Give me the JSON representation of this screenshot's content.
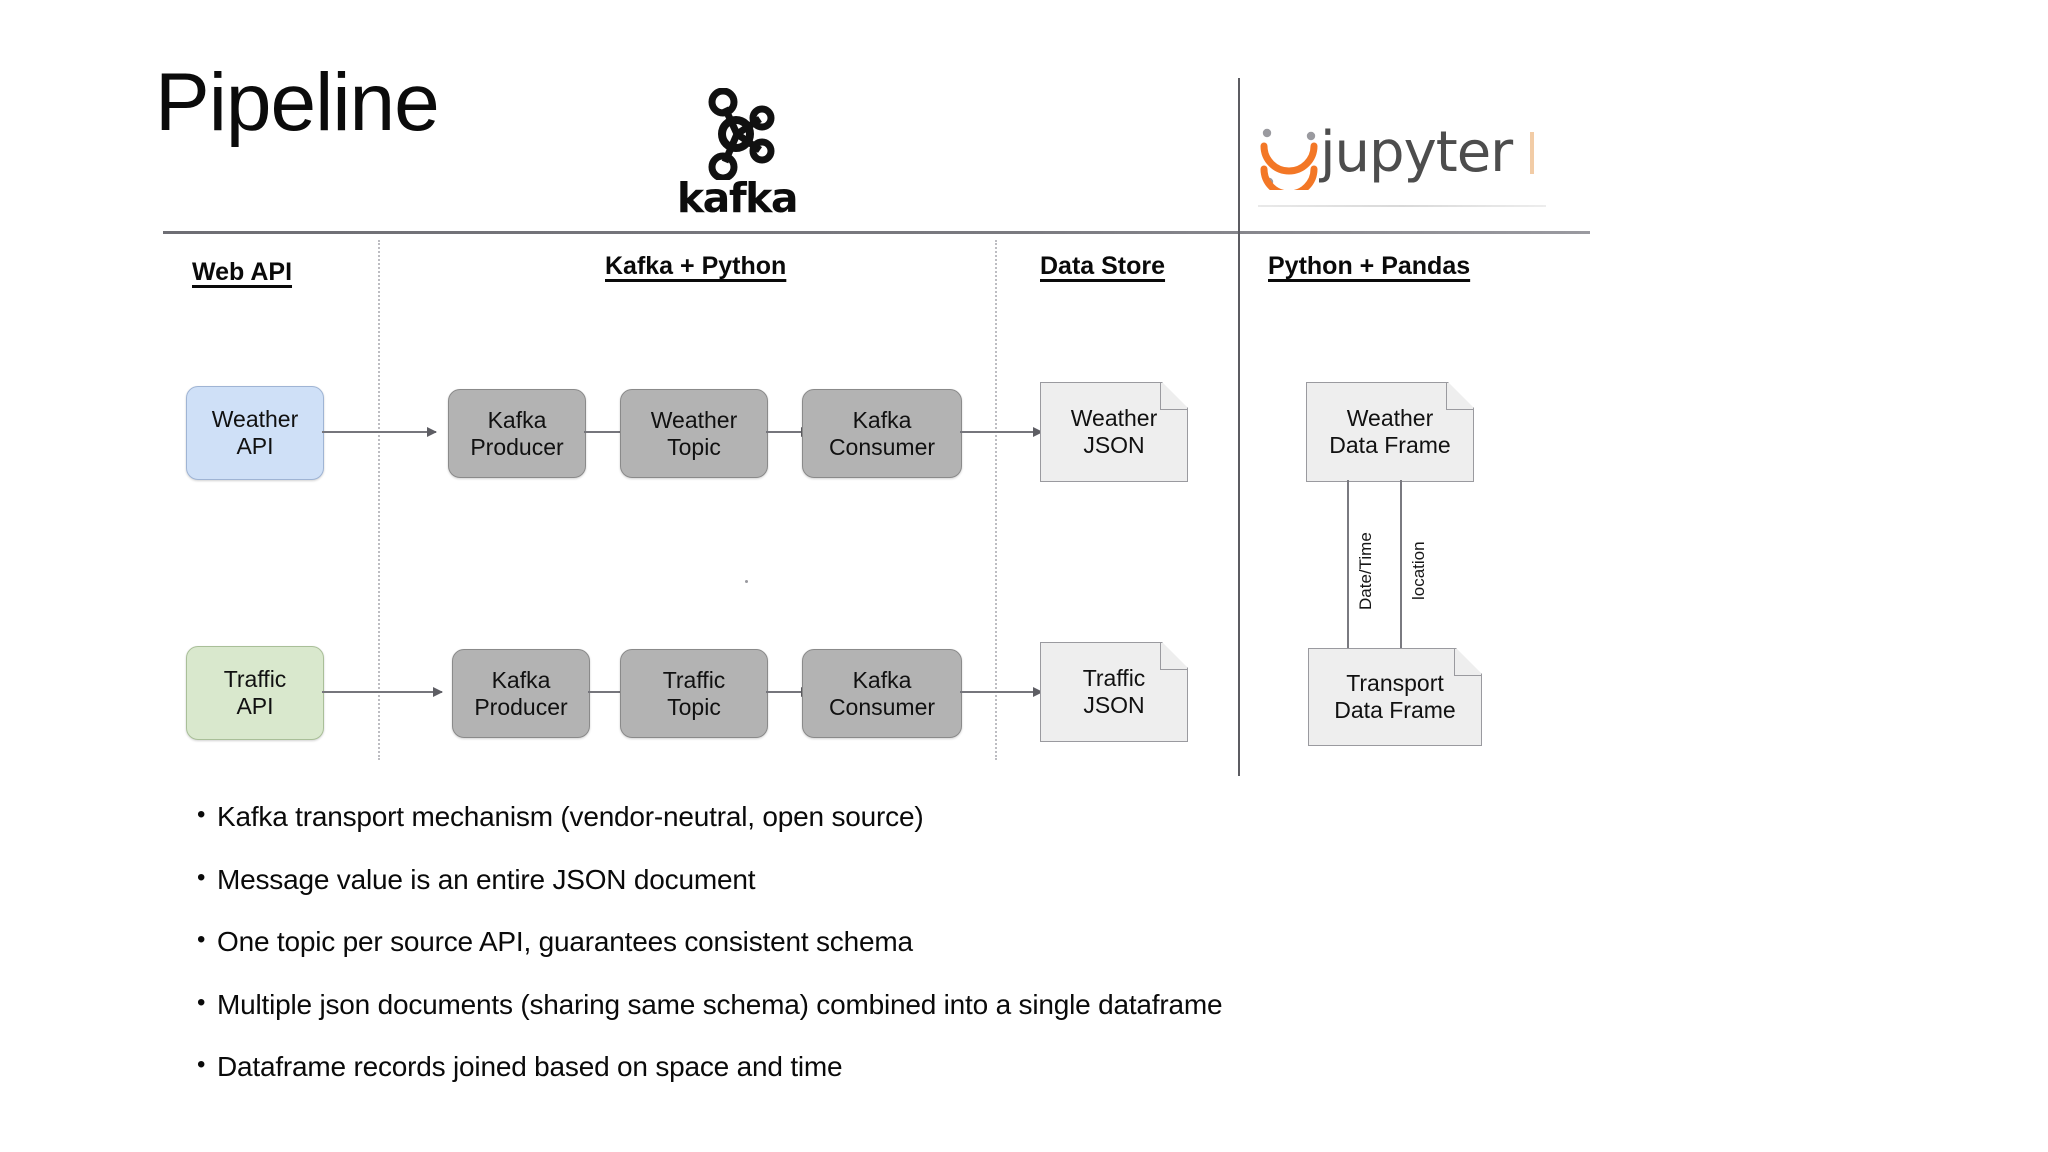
{
  "slide": {
    "title": "Pipeline"
  },
  "logos": {
    "kafka": {
      "name": "kafka-logo",
      "wordmark": "kafka"
    },
    "jupyter": {
      "name": "jupyter-logo",
      "wordmark": "jupyter",
      "accent_color": "#f37726",
      "text_color": "#4d4d4d"
    }
  },
  "columns": [
    {
      "id": "web-api",
      "label": "Web API"
    },
    {
      "id": "kafka-python",
      "label": "Kafka + Python"
    },
    {
      "id": "data-store",
      "label": "Data Store"
    },
    {
      "id": "python-pandas",
      "label": "Python + Pandas"
    }
  ],
  "diagram": {
    "weather_row": {
      "source": {
        "line1": "Weather",
        "line2": "API",
        "fill": "#cfe0f7"
      },
      "producer": {
        "line1": "Kafka",
        "line2": "Producer",
        "fill": "#b3b3b3"
      },
      "topic": {
        "line1": "Weather",
        "line2": "Topic",
        "fill": "#b3b3b3"
      },
      "consumer": {
        "line1": "Kafka",
        "line2": "Consumer",
        "fill": "#b3b3b3"
      },
      "store": {
        "line1": "Weather",
        "line2": "JSON",
        "fill": "#eeeeee"
      },
      "frame": {
        "line1": "Weather",
        "line2": "Data Frame",
        "fill": "#eeeeee"
      }
    },
    "traffic_row": {
      "source": {
        "line1": "Traffic",
        "line2": "API",
        "fill": "#d9e8cd"
      },
      "producer": {
        "line1": "Kafka",
        "line2": "Producer",
        "fill": "#b3b3b3"
      },
      "topic": {
        "line1": "Traffic",
        "line2": "Topic",
        "fill": "#b3b3b3"
      },
      "consumer": {
        "line1": "Kafka",
        "line2": "Consumer",
        "fill": "#b3b3b3"
      },
      "store": {
        "line1": "Traffic",
        "line2": "JSON",
        "fill": "#eeeeee"
      },
      "frame": {
        "line1": "Transport",
        "line2": "Data Frame",
        "fill": "#eeeeee"
      }
    },
    "join_keys": [
      {
        "label": "Date/Time"
      },
      {
        "label": "location"
      }
    ]
  },
  "bullets": [
    {
      "marker": "•",
      "text": "Kafka transport mechanism (vendor-neutral, open source)"
    },
    {
      "marker": "•",
      "text": "Message value is an entire JSON document"
    },
    {
      "marker": "•",
      "text": "One topic per source API, guarantees consistent schema"
    },
    {
      "marker": "•",
      "text": "Multiple json documents (sharing same schema) combined into a single dataframe"
    },
    {
      "marker": "•",
      "text": "Dataframe records joined based on space and time"
    }
  ]
}
